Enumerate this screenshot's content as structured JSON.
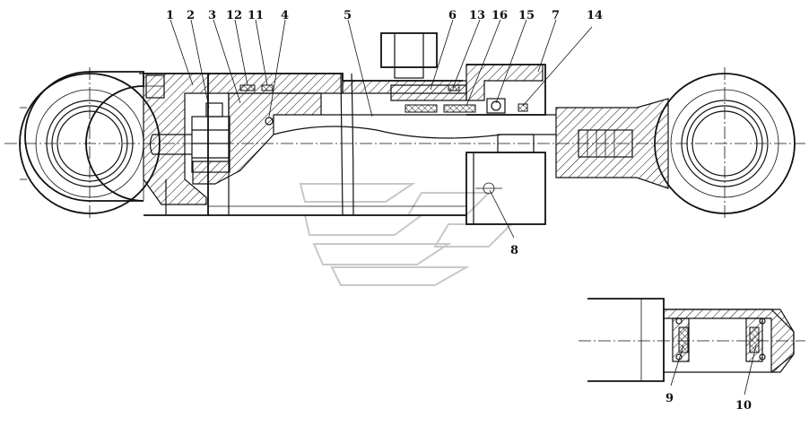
{
  "callouts": {
    "c1": "1",
    "c2": "2",
    "c3": "3",
    "c12": "12",
    "c11": "11",
    "c4": "4",
    "c5": "5",
    "c6": "6",
    "c13": "13",
    "c16": "16",
    "c15": "15",
    "c7": "7",
    "c14": "14",
    "c8": "8",
    "c9": "9",
    "c10": "10"
  }
}
